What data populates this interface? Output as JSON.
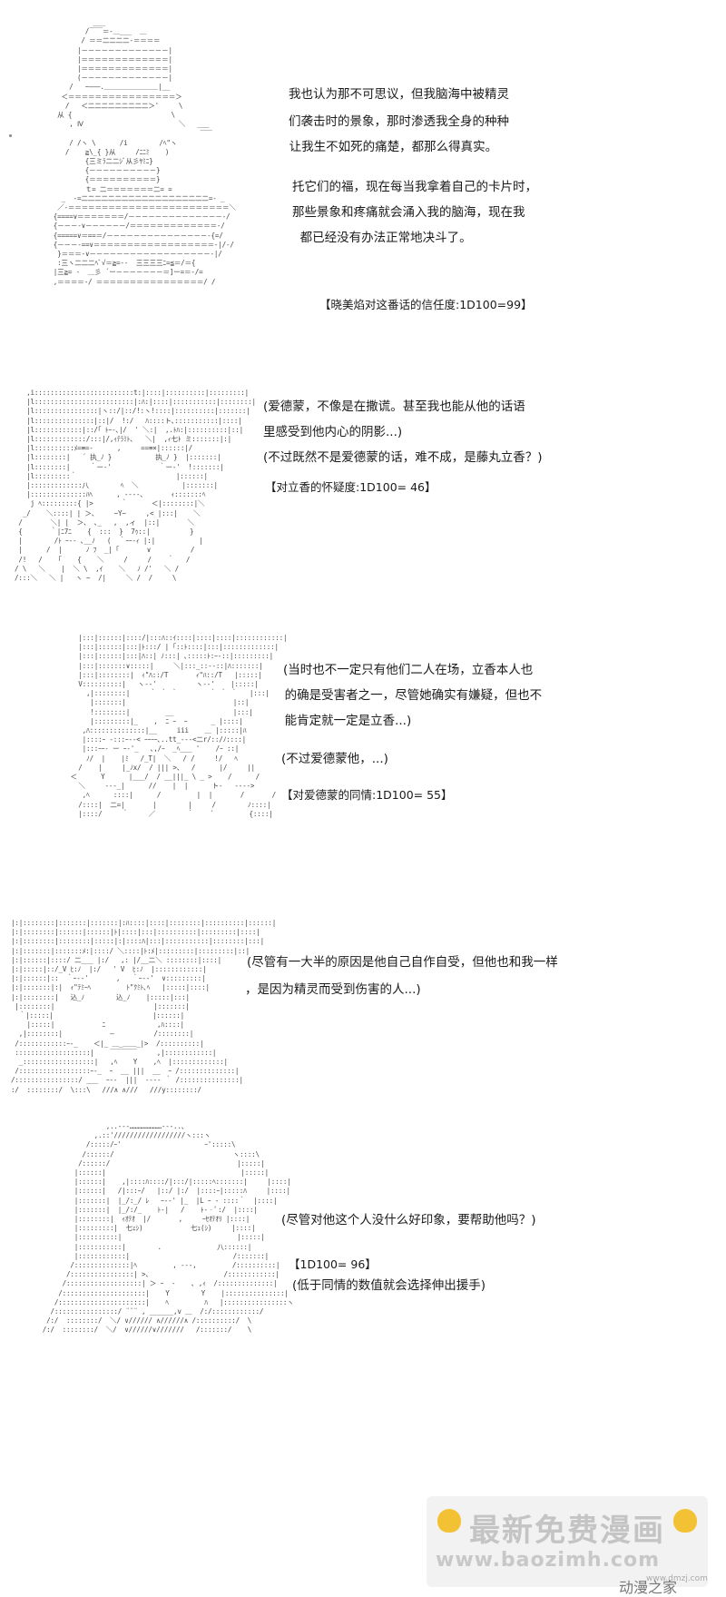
{
  "panels": [
    {
      "lines": [
        "我也认为那不可思议，但我脑海中被精灵",
        "们袭击时的景象，那时渗透我全身的种种",
        "  让我生不如死的痛楚，都那么得真实。",
        "",
        "托它们的福，现在每当我拿着自己的卡片时，",
        "那些景象和疼痛就会涌入我的脑海，现在我",
        "  都已经没有办法正常地决斗了。"
      ],
      "stat": "【晓美焰对这番话的信任度:1D100=99】"
    },
    {
      "lines": [
        "(爱德蒙，不像是在撒谎。甚至我也能从他的话语",
        "里感受到他内心的阴影...)",
        "(不过既然不是爱德蒙的话，难不成，是藤丸立香？)"
      ],
      "stat": "【对立香的怀疑度:1D100= 46】"
    },
    {
      "lines": [
        "(当时也不一定只有他们二人在场，立香本人也",
        "  的确是受害者之一，尽管她确实有嫌疑，但也不",
        "  能肯定就一定是立香...)",
        "",
        "(不过爱德蒙他，...)"
      ],
      "stat": "【对爱德蒙的同情:1D100= 55】"
    },
    {
      "lines": [
        "(尽管有一大半的原因是他自己自作自受，但他也和我一样",
        "，是因为精灵而受到伤害的人...)"
      ]
    },
    {
      "lines": [
        "(尽管对他这个人没什么好印象，要帮助他吗？)"
      ],
      "stat": "【1D100= 96】",
      "note": "(低于同情的数值就会选择伸出援手)"
    }
  ],
  "watermark": {
    "title": "最新免费漫画",
    "url": "www.baozimh.com",
    "small": "www.dmzj.com",
    "bottom": "动漫之家"
  },
  "icons": [
    "hand-pointing-down-icon"
  ]
}
